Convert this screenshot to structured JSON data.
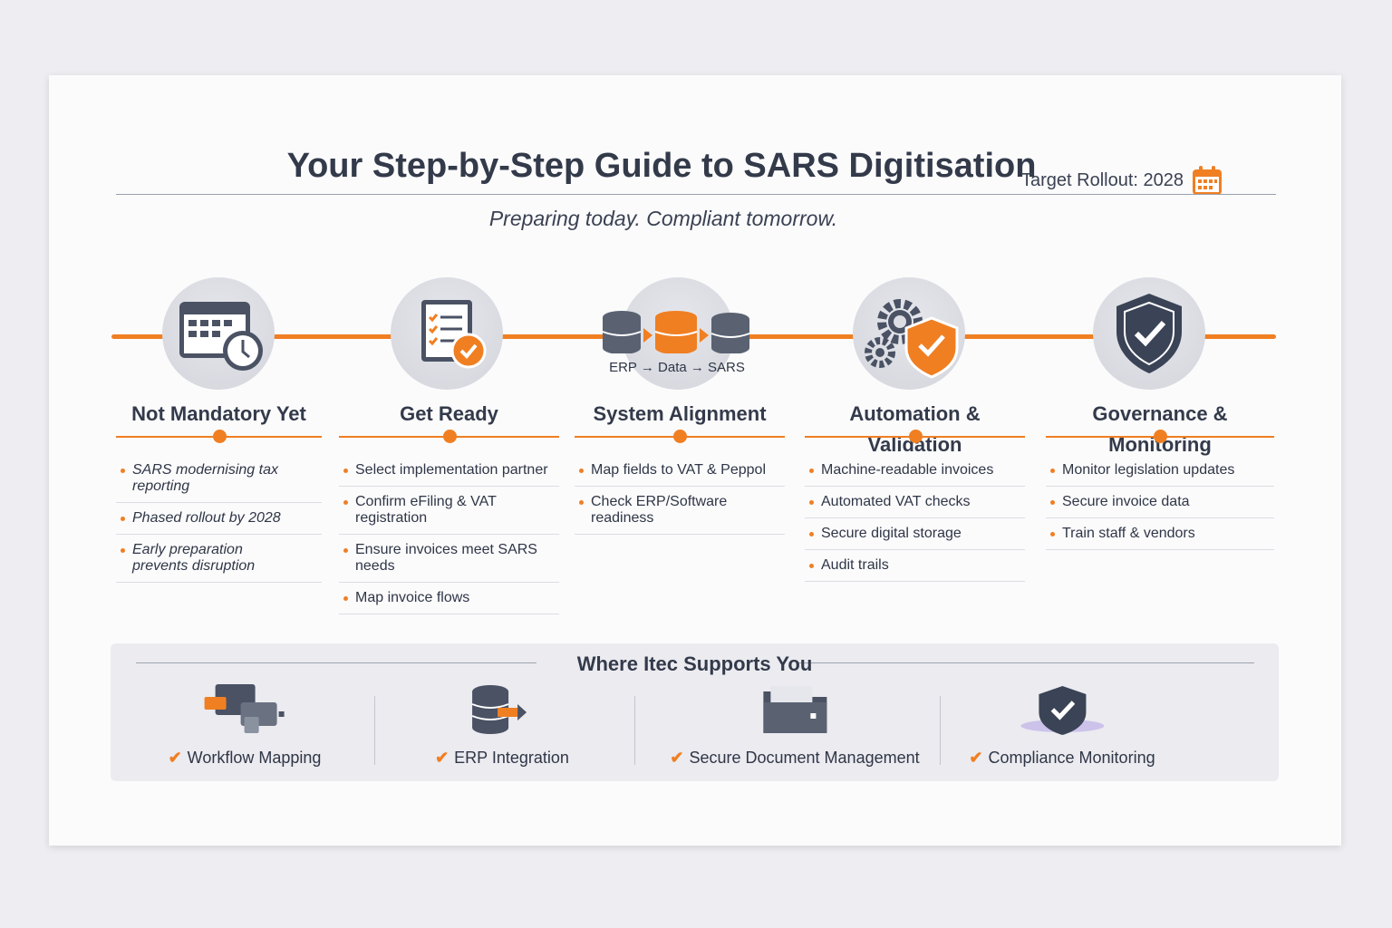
{
  "header": {
    "title": "Your Step-by-Step Guide to SARS Digitisation",
    "rollout": "Target Rollout: 2028",
    "subtitle": "Preparing today. Compliant tomorrow."
  },
  "flow_label": {
    "erp": "ERP",
    "data": "Data",
    "sars": "SARS",
    "arrow": "→"
  },
  "steps": [
    {
      "title": "Not Mandatory Yet",
      "items": [
        "SARS modernising tax reporting",
        "Phased rollout by 2028",
        "Early preparation prevents disruption"
      ]
    },
    {
      "title": "Get Ready",
      "items": [
        "Select implementation partner",
        "Confirm eFiling & VAT registration",
        "Ensure invoices meet SARS needs",
        "Map invoice flows"
      ]
    },
    {
      "title": "System Alignment",
      "items": [
        "Map fields to VAT & Peppol",
        "Check ERP/Software readiness"
      ]
    },
    {
      "title": "Automation & Validation",
      "items": [
        "Machine-readable invoices",
        "Automated VAT checks",
        "Secure digital storage",
        "Audit trails"
      ]
    },
    {
      "title": "Governance & Monitoring",
      "items": [
        "Monitor legislation updates",
        "Secure invoice data",
        "Train staff & vendors"
      ]
    }
  ],
  "support": {
    "title": "Where Itec Supports You",
    "check": "✔",
    "items": [
      "Workflow Mapping",
      "ERP Integration",
      "Secure Document Management",
      "Compliance Monitoring"
    ]
  },
  "colors": {
    "accent": "#f07f22",
    "dark": "#3b4456"
  }
}
